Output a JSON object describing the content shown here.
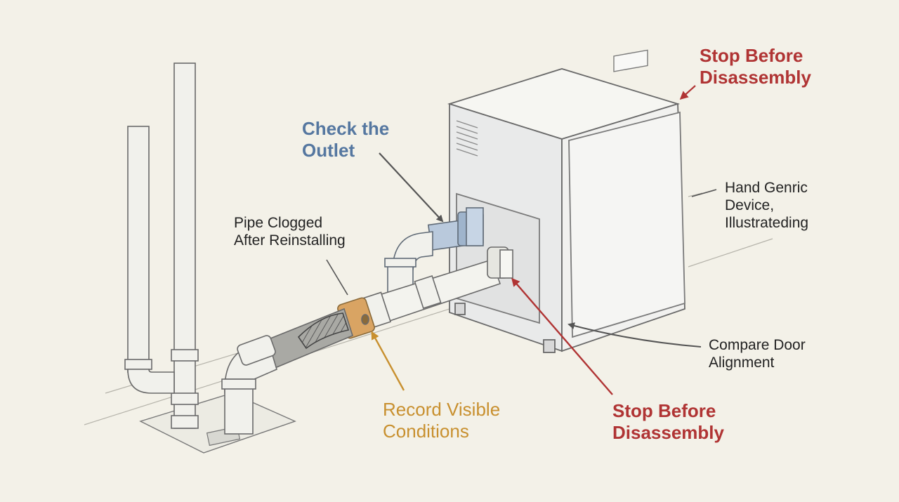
{
  "colors": {
    "background": "#f3f1e8",
    "stroke": "#555555",
    "blue": "#5577a0",
    "red": "#b03434",
    "amber": "#c8902f",
    "dark": "#222222",
    "pipe_blue": "#b9c9dc",
    "coupling": "#d9a463"
  },
  "labels": {
    "check_outlet": "Check the\nOutlet",
    "stop_top": "Stop Before\nDisassembly",
    "hand_generic": "Hand Genric\nDevice,\nIllustrateding",
    "pipe_clogged": "Pipe Clogged\nAfter Reinstalling",
    "compare_door": "Compare Door\nAlignment",
    "record_visible": "Record Visible\nConditions",
    "stop_bottom": "Stop Before\nDisassembly"
  }
}
